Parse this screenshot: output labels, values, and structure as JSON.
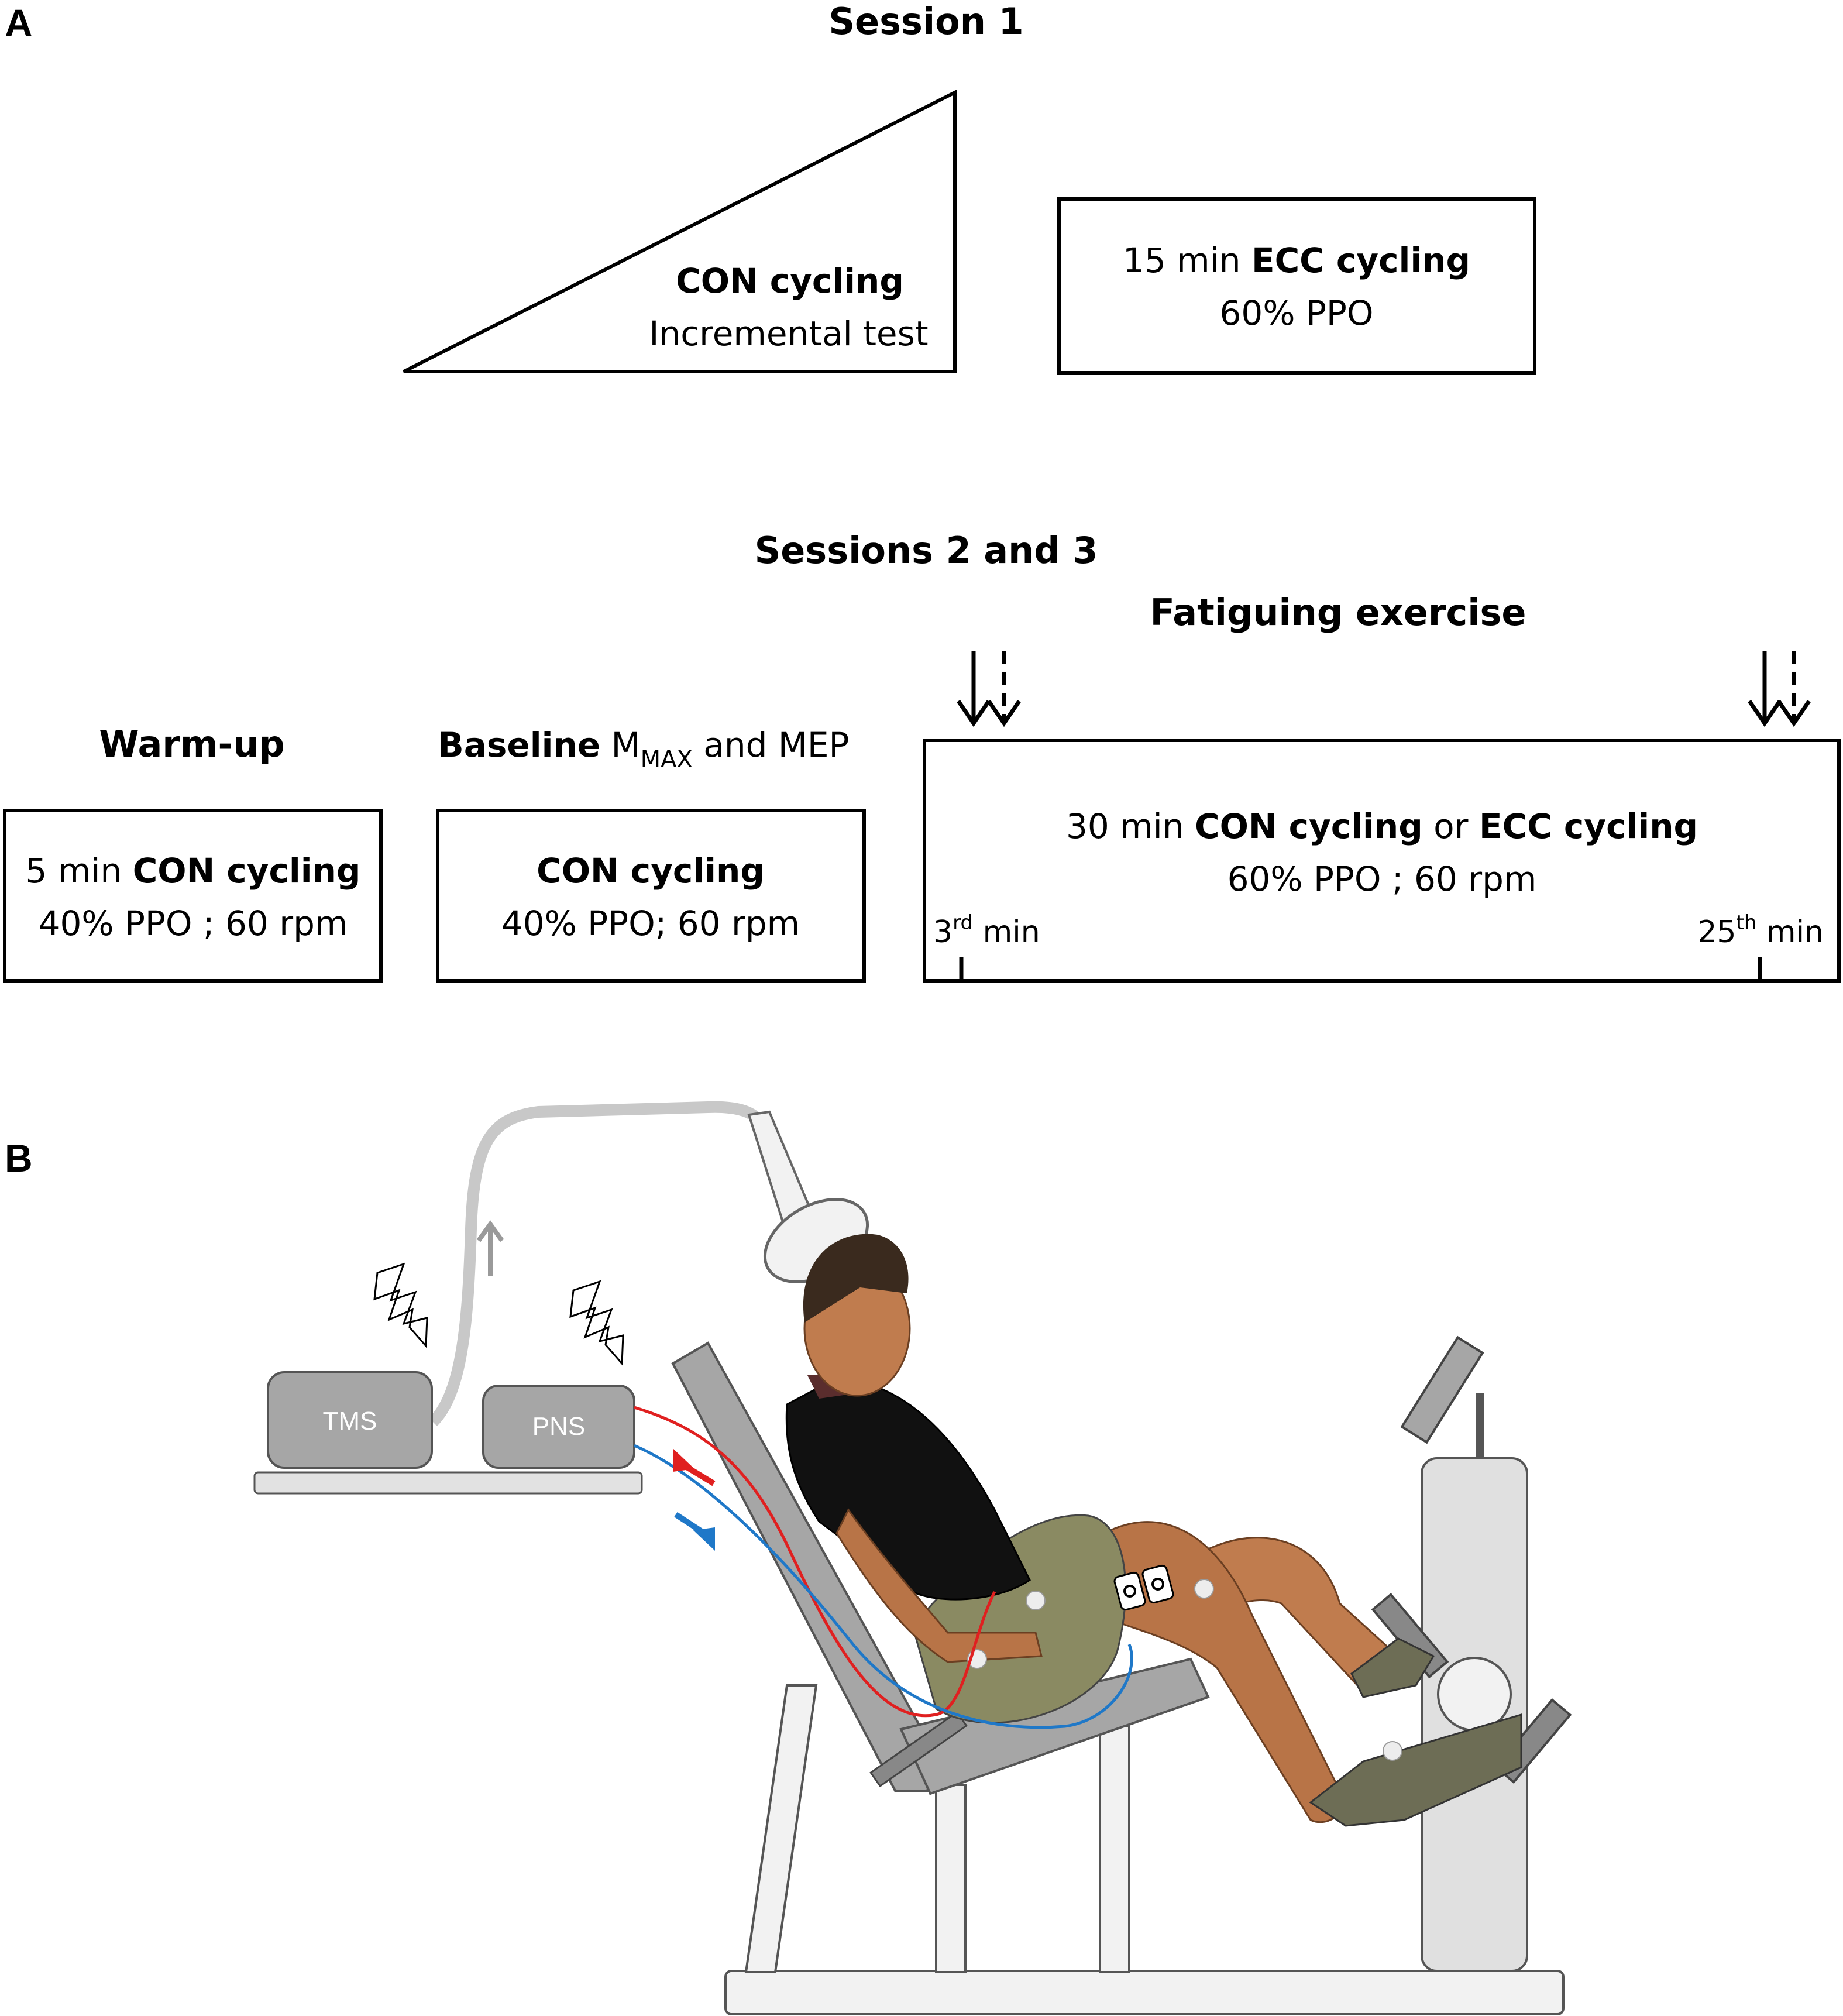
{
  "panels": {
    "a": "A",
    "b": "B"
  },
  "session1": {
    "title": "Session 1",
    "ramp": {
      "line1": "CON cycling",
      "line2": "Incremental test"
    },
    "ecc": {
      "prefix": "15 min ",
      "bold": "ECC cycling",
      "line2": "60% PPO"
    }
  },
  "sessions23": {
    "title": "Sessions 2 and 3",
    "fatiguing_title": "Fatiguing exercise",
    "warmup": {
      "title": "Warm-up",
      "prefix": "5 min ",
      "bold": "CON cycling",
      "line2": "40% PPO ; 60 rpm"
    },
    "baseline": {
      "title_bold": "Baseline",
      "title_m": " M",
      "title_sub": "MAX",
      "title_rest": " and MEP",
      "line1": "CON cycling",
      "line2": "40% PPO; 60 rpm"
    },
    "fatigue": {
      "prefix": "30 min ",
      "bold1": "CON cycling",
      "mid": " or ",
      "bold2": "ECC cycling",
      "line2": "60% PPO ; 60 rpm",
      "mark1": {
        "num": "3",
        "sup": "rd",
        "unit": " min"
      },
      "mark2": {
        "num": "25",
        "sup": "th",
        "unit": " min"
      }
    }
  },
  "setup": {
    "tms": "TMS",
    "pns": "PNS"
  },
  "colors": {
    "red_lead": "#e02020",
    "blue_lead": "#1f78c8",
    "device": "#a6a6a6",
    "frame": "#ececec"
  }
}
